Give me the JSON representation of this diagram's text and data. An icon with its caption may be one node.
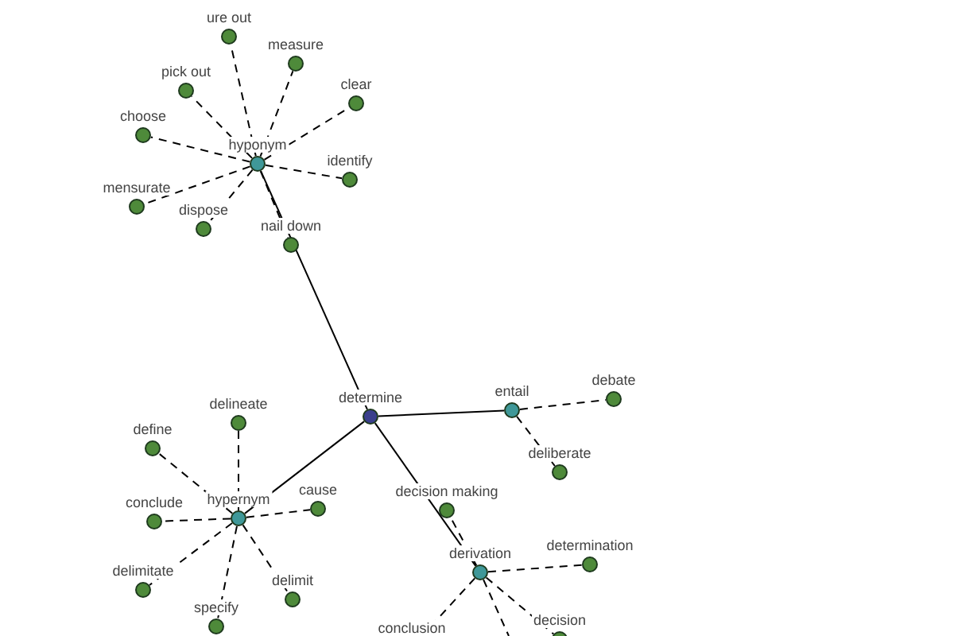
{
  "diagram": {
    "nodes": [
      {
        "text": [
          "hyponym"
        ]
      },
      {
        "text": [
          "ure out"
        ]
      },
      {
        "text": [
          "measure"
        ]
      },
      {
        "text": [
          "clear"
        ]
      },
      {
        "text": [
          "pick out"
        ]
      },
      {
        "text": [
          "choose"
        ]
      },
      {
        "text": [
          "identify"
        ]
      },
      {
        "text": [
          "mensurate"
        ]
      },
      {
        "text": [
          "dispose"
        ]
      },
      {
        "text": [
          "nail down"
        ]
      },
      {
        "text": [
          "determine"
        ]
      },
      {
        "text": [
          "entail"
        ]
      },
      {
        "text": [
          "debate"
        ]
      },
      {
        "text": [
          "deliberate"
        ]
      },
      {
        "text": [
          "hypernym"
        ]
      },
      {
        "text": [
          "delineate"
        ]
      },
      {
        "text": [
          "define"
        ]
      },
      {
        "text": [
          "conclude"
        ]
      },
      {
        "text": [
          "cause"
        ]
      },
      {
        "text": [
          "delimitate"
        ]
      },
      {
        "text": [
          "delimit"
        ]
      },
      {
        "text": [
          "specify"
        ]
      },
      {
        "text": [
          "decision making"
        ]
      },
      {
        "text": [
          "derivation"
        ]
      },
      {
        "text": [
          "determination"
        ]
      },
      {
        "text": [
          "conclusion"
        ]
      },
      {
        "text": [
          "decision"
        ]
      }
    ],
    "edges": [
      {
        "from": 0,
        "to": 1,
        "arrow": "none",
        "style": "dashed"
      },
      {
        "from": 0,
        "to": 2,
        "arrow": "none",
        "style": "dashed"
      },
      {
        "from": 0,
        "to": 3,
        "arrow": "none",
        "style": "dashed"
      },
      {
        "from": 0,
        "to": 4,
        "arrow": "none",
        "style": "dashed"
      },
      {
        "from": 0,
        "to": 5,
        "arrow": "none",
        "style": "dashed"
      },
      {
        "from": 0,
        "to": 6,
        "arrow": "none",
        "style": "dashed"
      },
      {
        "from": 0,
        "to": 7,
        "arrow": "none",
        "style": "dashed"
      },
      {
        "from": 0,
        "to": 8,
        "arrow": "none",
        "style": "dashed"
      },
      {
        "from": 0,
        "to": 9,
        "arrow": "none",
        "style": "dashed"
      },
      {
        "from": 10,
        "to": 0,
        "arrow": "none"
      },
      {
        "from": 10,
        "to": 11,
        "arrow": "none"
      },
      {
        "from": 11,
        "to": 12,
        "arrow": "none",
        "style": "dashed"
      },
      {
        "from": 11,
        "to": 13,
        "arrow": "none",
        "style": "dashed"
      },
      {
        "from": 10,
        "to": 14,
        "arrow": "none"
      },
      {
        "from": 14,
        "to": 15,
        "arrow": "none",
        "style": "dashed"
      },
      {
        "from": 14,
        "to": 16,
        "arrow": "none",
        "style": "dashed"
      },
      {
        "from": 14,
        "to": 17,
        "arrow": "none",
        "style": "dashed"
      },
      {
        "from": 14,
        "to": 18,
        "arrow": "none",
        "style": "dashed"
      },
      {
        "from": 14,
        "to": 19,
        "arrow": "none",
        "style": "dashed"
      },
      {
        "from": 14,
        "to": 20,
        "arrow": "none",
        "style": "dashed"
      },
      {
        "from": 14,
        "to": 21,
        "arrow": "none",
        "style": "dashed"
      },
      {
        "from": 10,
        "to": 23,
        "arrow": "none"
      },
      {
        "from": 23,
        "to": 22,
        "arrow": "none",
        "style": "dashed"
      },
      {
        "from": 23,
        "to": 24,
        "arrow": "none",
        "style": "dashed"
      },
      {
        "from": 23,
        "to": 25,
        "arrow": "none",
        "style": "dashed"
      },
      {
        "from": 23,
        "to": 26,
        "arrow": "none",
        "style": "dashed"
      },
      {
        "from": 23,
        "to": null,
        "arrow": "none",
        "style": "dashed"
      }
    ]
  }
}
